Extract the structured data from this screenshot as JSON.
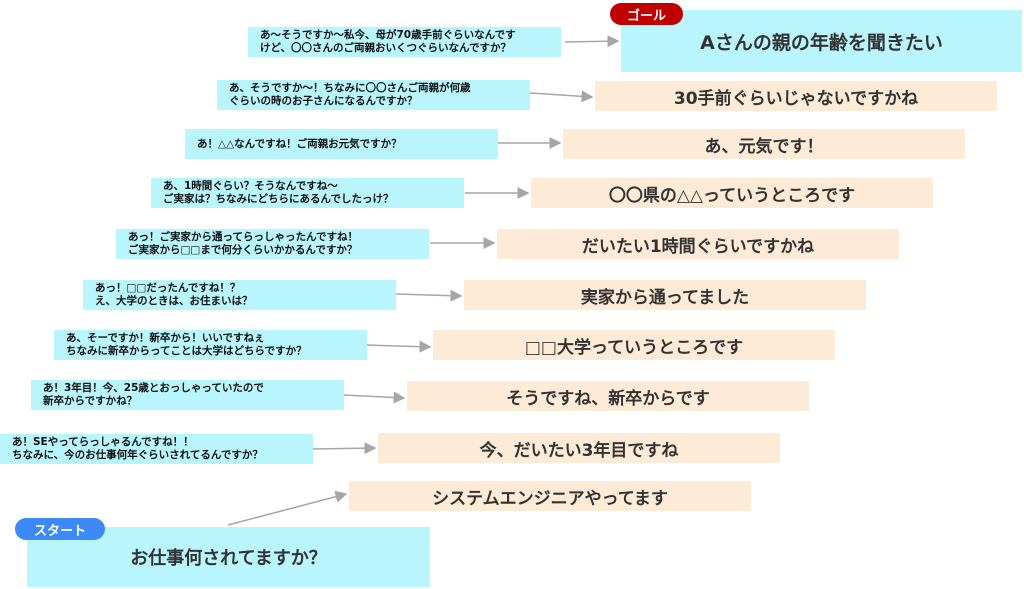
{
  "goal": {
    "label": "ゴール",
    "text": "Aさんの親の年齢を聞きたい",
    "label_color": "#c00000"
  },
  "start": {
    "label": "スタート",
    "text": "お仕事何されてますか？",
    "label_color": "#3d8af7"
  },
  "questions": [
    "あ〜そうですか〜私今、母が70歳手前ぐらいなんです\nけど、〇〇さんのご両親おいくつぐらいなんですか？",
    "あ、そうですか〜！ちなみに〇〇さんご両親が何歳\nぐらいの時のお子さんになるんですか？",
    "あ！△△なんですね！ご両親お元気ですか？",
    "あ、1時間ぐらい？そうなんですね〜\nご実家は？ちなみにどちらにあるんでしたっけ？",
    "あっ！ご実家から通ってらっしゃったんですね！\nご実家から□□まで何分くらいかかるんですか？",
    "あっ！□□だったんですね！？\nえ、大学のときは、お住まいは？",
    "あ、そーですか！新卒から！いいですねぇ\nちなみに新卒からってことは大学はどちらですか？",
    "あ！3年目！今、25歳とおっしゃっていたので\n新卒からですかね？",
    "あ！SEやってらっしゃるんですね！！\nちなみに、今のお仕事何年ぐらいされてるんですか？"
  ],
  "answers": [
    "30手前ぐらいじゃないですかね",
    "あ、元気です！",
    "〇〇県の△△っていうところです",
    "だいたい1時間ぐらいですかね",
    "実家から通ってました",
    "□□大学っていうところです",
    "そうですね、新卒からです",
    "今、だいたい3年目ですね",
    "システムエンジニアやってます"
  ]
}
